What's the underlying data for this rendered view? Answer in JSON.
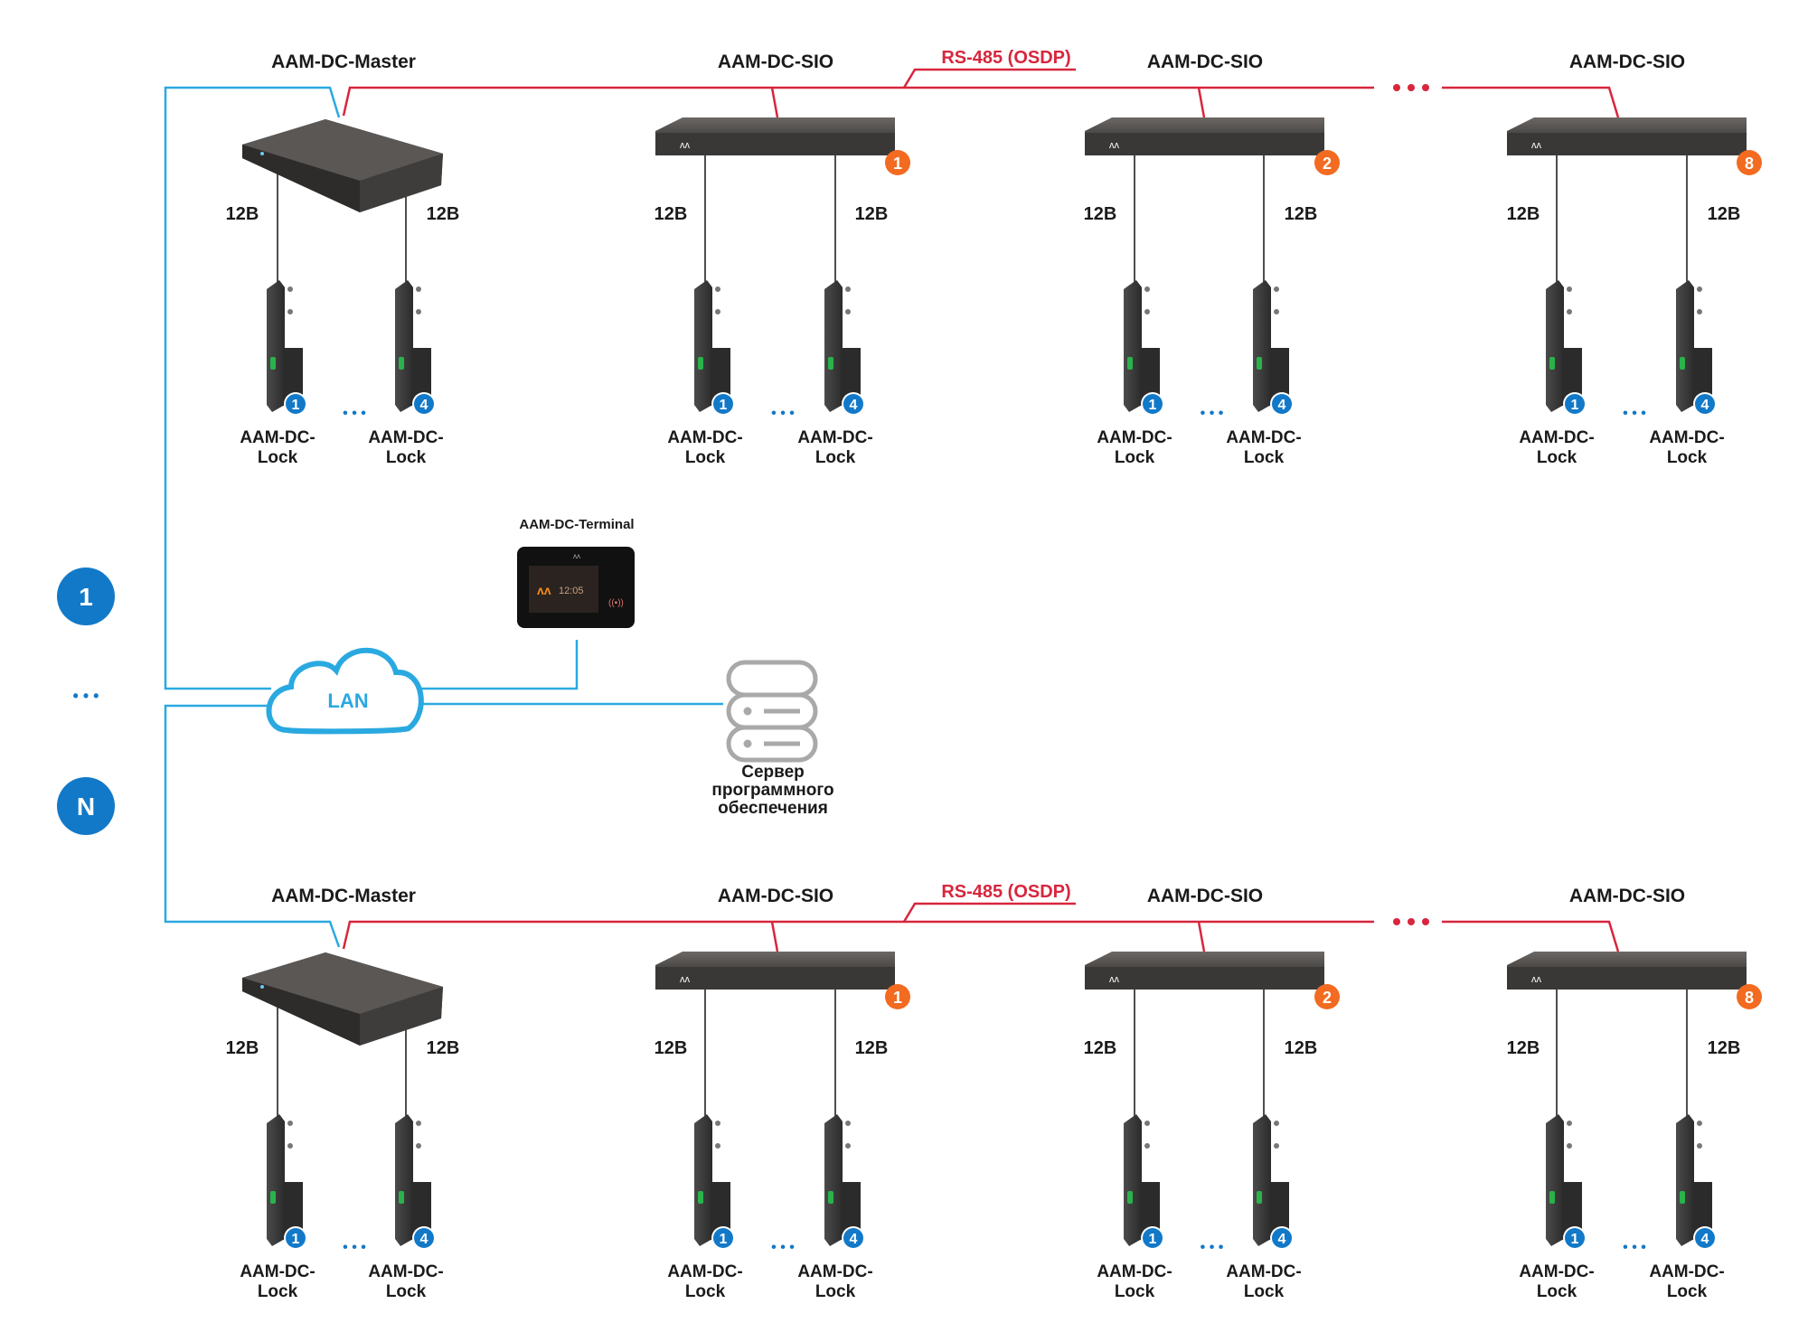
{
  "labels": {
    "master": "AAM-DC-Master",
    "sio": "AAM-DC-SIO",
    "rs485": "RS-485 (OSDP)",
    "voltage": "12В",
    "lock_line1": "AAM-DC-",
    "lock_line2": "Lock",
    "lock_badge_first": "1",
    "lock_badge_last": "4",
    "dots": "• • •",
    "terminal": "AAM-DC-Terminal",
    "terminal_screen_logo": "ʌʌ",
    "terminal_time": "12:05",
    "device_logo": "ʌʌ",
    "lan": "LAN",
    "server_line1": "Сервер",
    "server_line2": "программного",
    "server_line3": "обеспечения",
    "segment_first": "1",
    "segment_dots": "• • •",
    "segment_last": "N",
    "sio_badges": [
      "1",
      "2",
      "8"
    ]
  },
  "colors": {
    "lan_blue": "#2aa9e0",
    "rs485_red": "#d7263d",
    "badge_orange": "#f26b21",
    "badge_blue": "#1279c9",
    "device_dark": "#3a3837",
    "text": "#1a1a1a"
  }
}
